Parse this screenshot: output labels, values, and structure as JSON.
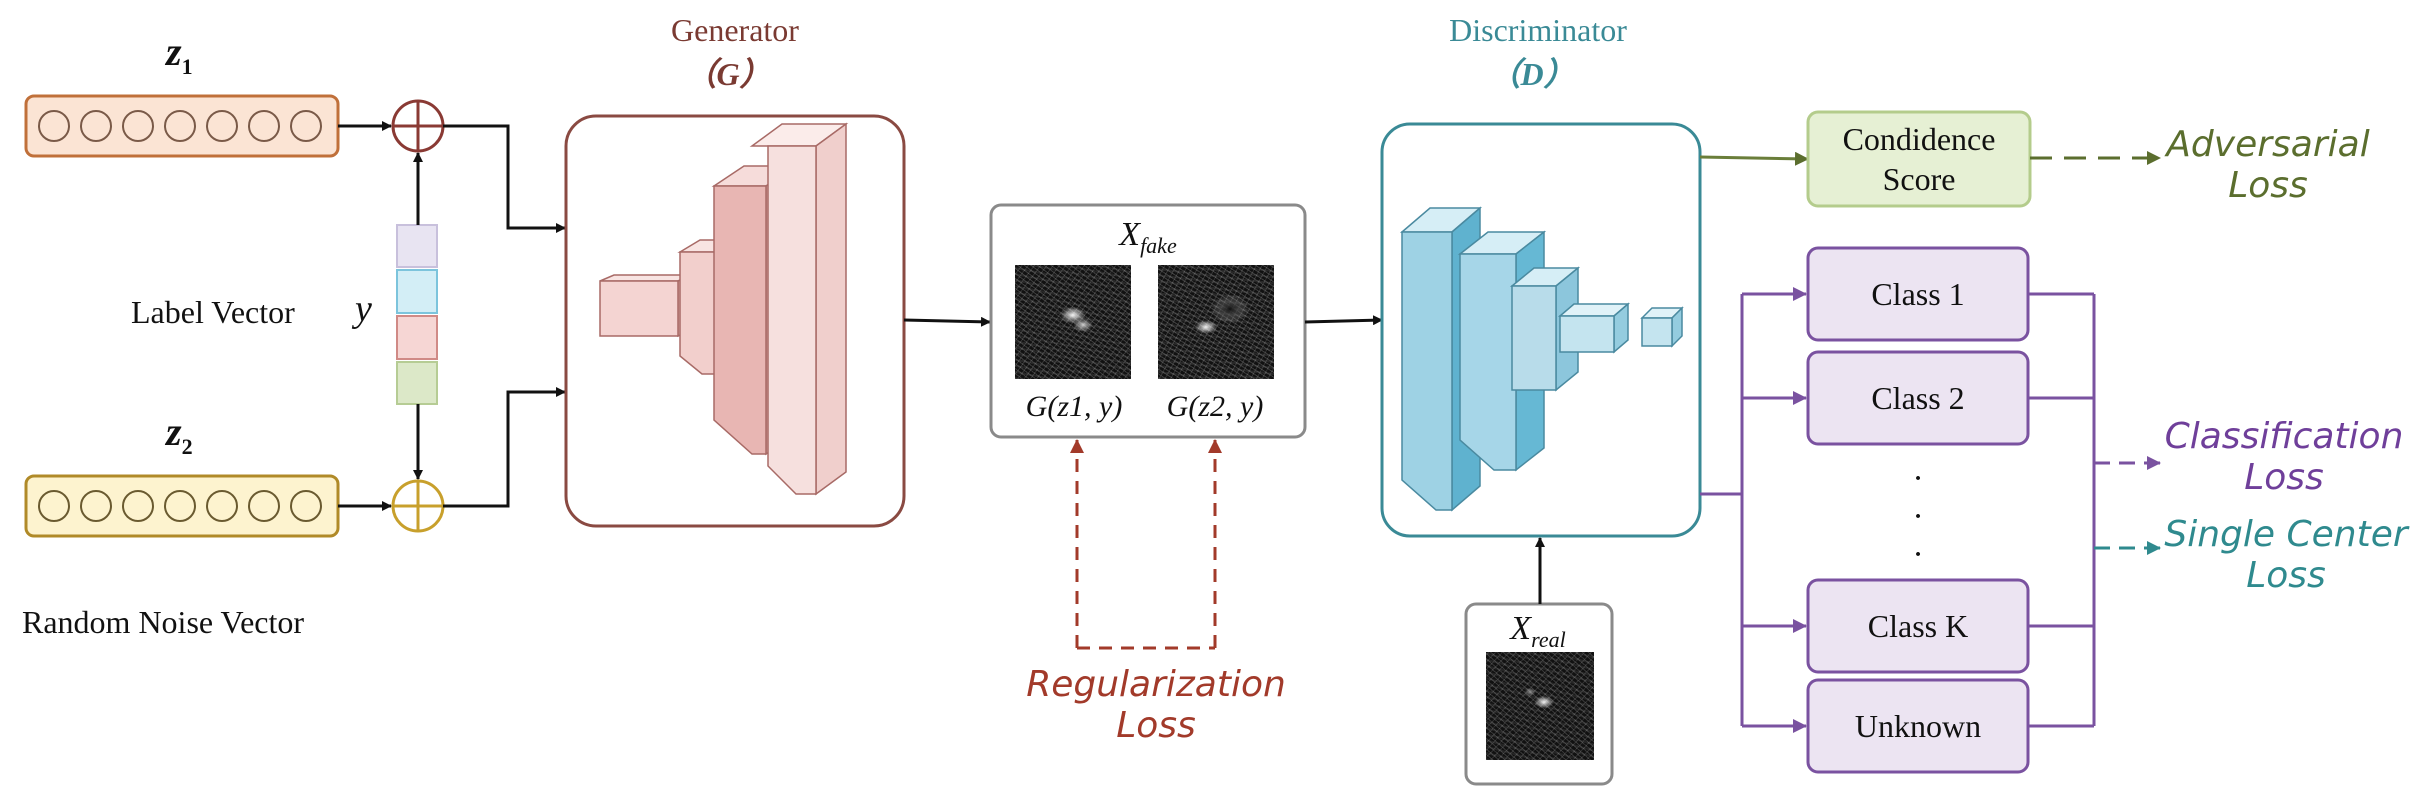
{
  "generator": {
    "title": "Generator",
    "symbol": "（G）"
  },
  "discriminator": {
    "title": "Discriminator",
    "symbol": "（D）"
  },
  "inputs": {
    "z1": "z",
    "z1_sub": "1",
    "z2": "z",
    "z2_sub": "2",
    "y": "y",
    "label_vector": "Label Vector",
    "random_noise_vector": "Random Noise Vector"
  },
  "fake_block": {
    "title_main": "X",
    "title_sub": "fake",
    "sample1": "G(z1, y)",
    "sample2": "G(z2, y)"
  },
  "real_block": {
    "title_main": "X",
    "title_sub": "real"
  },
  "outputs": {
    "confidence_line1": "Condidence",
    "confidence_line2": "Score",
    "classes": [
      "Class 1",
      "Class 2",
      "Class K",
      "Unknown"
    ],
    "ellipsis": [
      "·",
      "·",
      "·"
    ]
  },
  "losses": {
    "adversarial_line1": "Adversarial",
    "adversarial_line2": "Loss",
    "classification_line1": "Classification",
    "classification_line2": "Loss",
    "single_center_line1": "Single Center",
    "single_center_line2": "Loss",
    "regularization_line1": "Regularization",
    "regularization_line2": "Loss"
  },
  "colors": {
    "generator": "#7a3a32",
    "discriminator": "#3a8a96",
    "green": "#5b6e2e",
    "purple": "#6f3f9a",
    "teal": "#2f8a8e",
    "regularization": "#a23a2a"
  }
}
